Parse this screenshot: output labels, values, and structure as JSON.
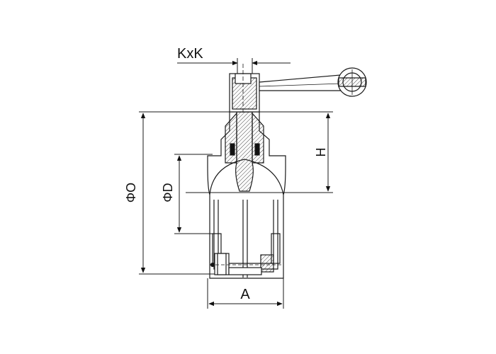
{
  "labels": {
    "kxk": "KxK",
    "h": "H",
    "phi_o": "ΦO",
    "phi_d": "ΦD",
    "a": "A"
  },
  "colors": {
    "line": "#1a1a1a",
    "hatch": "#444444",
    "fill": "#ffffff"
  }
}
